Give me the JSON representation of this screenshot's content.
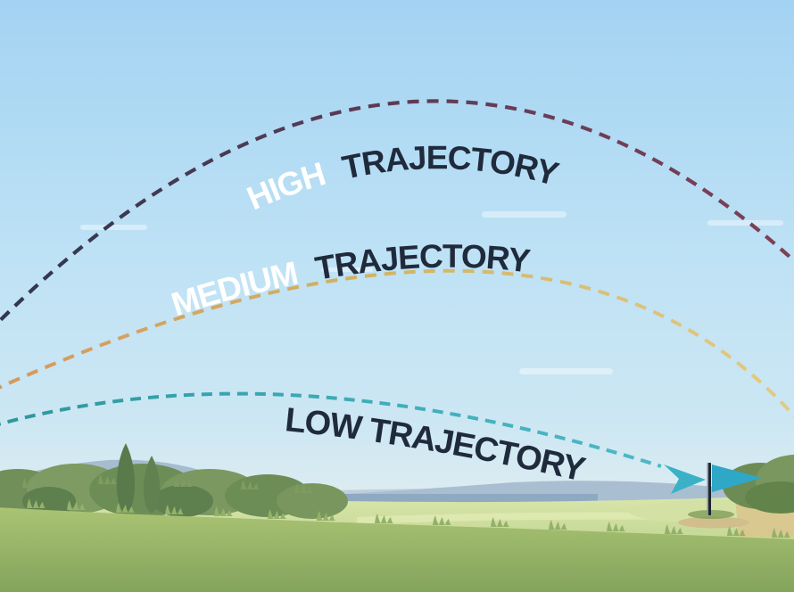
{
  "trajectories": {
    "high": {
      "parts": [
        {
          "text": "HIGH",
          "color": "#ffffff"
        },
        {
          "text": "TRAJECTORY",
          "color": "#1f2b3c"
        }
      ],
      "line_start": "#2e3850",
      "line_mid": "#5c3a55",
      "line_end": "#7d4156"
    },
    "medium": {
      "parts": [
        {
          "text": "MEDIUM",
          "color": "#ffffff"
        },
        {
          "text": "TRAJECTORY",
          "color": "#1f2b3c"
        }
      ],
      "line_start": "#d6995c",
      "line_mid": "#d2b164",
      "line_end": "#e3cb82"
    },
    "low": {
      "parts": [
        {
          "text": "LOW TRAJECTORY",
          "color": "#1f2b3c"
        }
      ],
      "line_start": "#2f969c",
      "line_mid": "#3fafb9",
      "line_end": "#55bccd"
    }
  },
  "flag": {
    "pole_color": "#1b2530",
    "flag_color": "#2ea8c6",
    "arrow_color": "#3ab1c6"
  },
  "palette": {
    "sky_top": "#a3d3f2",
    "sky_mid": "#bfe2f5",
    "sky_horizon": "#edf2e9",
    "hill": "#a6bdd0",
    "hill_light": "#bac9d8",
    "water": "#8ba6bf",
    "field_light": "#d9e6aa",
    "field_dark": "#c2d694",
    "grass_top": "#aac473",
    "grass_bottom": "#84a35c",
    "bush": "#6d8d57",
    "bush_light": "#7d9b62",
    "tree": "#597a4b",
    "sand": "#d0bf8d"
  }
}
